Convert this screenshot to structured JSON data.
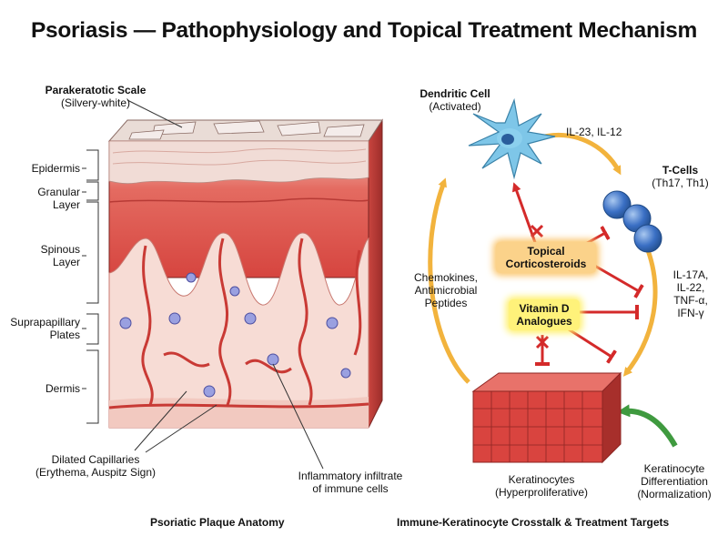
{
  "title": "Psoriasis — Pathophysiology and Topical Treatment Mechanism",
  "left_panel": {
    "caption": "Psoriatic Plaque Anatomy",
    "scale_label": "Parakeratotic Scale",
    "scale_sub": "(Silvery-white)",
    "layers": {
      "epidermis": "Epidermis",
      "granular": "Granular",
      "granular2": "Layer",
      "spinous": "Spinous",
      "spinous2": "Layer",
      "suprapapillary": "Suprapapillary",
      "suprapapillary2": "Plates",
      "dermis": "Dermis"
    },
    "capillaries": "Dilated Capillaries",
    "capillaries_sub": "(Erythema, Auspitz Sign)",
    "infiltrate": "Inflammatory infiltrate",
    "infiltrate_sub": "of immune cells"
  },
  "right_panel": {
    "caption": "Immune-Keratinocyte Crosstalk & Treatment Targets",
    "dendritic": "Dendritic Cell",
    "dendritic_sub": "(Activated)",
    "il23": "IL-23, IL-12",
    "tcells": "T-Cells",
    "tcells_sub": "(Th17, Th1)",
    "cytokines": [
      "IL-17A,",
      "IL-22,",
      "TNF-α,",
      "IFN-γ"
    ],
    "chemokines": [
      "Chemokines,",
      "Antimicrobial",
      "Peptides"
    ],
    "corticosteroids": [
      "Topical",
      "Corticosteroids"
    ],
    "vitd": [
      "Vitamin D",
      "Analogues"
    ],
    "keratinocytes": "Keratinocytes",
    "keratinocytes_sub": "(Hyperproliferative)",
    "differentiation": [
      "Keratinocyte",
      "Differentiation",
      "(Normalization)"
    ]
  },
  "colors": {
    "inhibition": "#d42a2a",
    "cycle_arrow": "#f2b33d",
    "differentiation_arrow": "#3f9a3f",
    "dendritic_cell": "#7ec6e8",
    "t_cell": "#3a6fc4",
    "keratinocyte": "#d9443f"
  }
}
